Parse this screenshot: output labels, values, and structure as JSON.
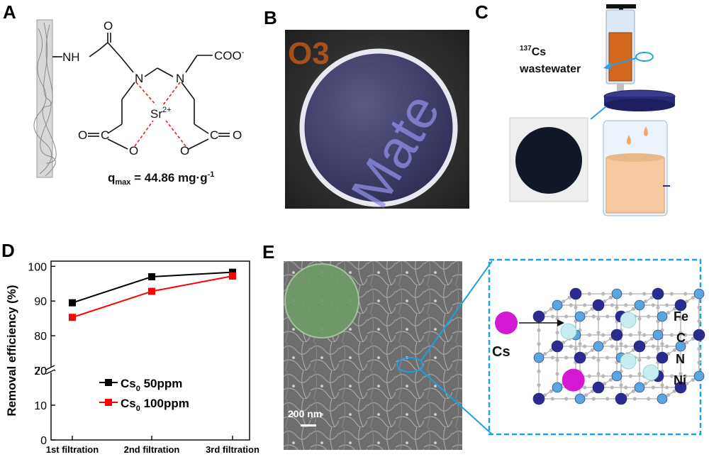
{
  "panels": {
    "a": {
      "label": "A",
      "chem": {
        "nh": "NH",
        "n": "N",
        "o": "O",
        "c": "C",
        "sr": "Sr",
        "sr_charge": "2+",
        "coo": "COO",
        "coo_charge": "-",
        "q_prefix": "q",
        "q_sub": "max",
        "q_value": " = 44.86 mg·g",
        "q_sup": "-1"
      }
    },
    "b": {
      "label": "B",
      "watermark": "Mate"
    },
    "c": {
      "label": "C",
      "isotope": "137",
      "element": "Cs",
      "wastewater": "wastewater"
    },
    "d": {
      "label": "D"
    },
    "e": {
      "label": "E",
      "scale_bar": "200 nm",
      "cs_label": "Cs",
      "legend": [
        "Fe",
        "C",
        "N",
        "Ni"
      ]
    }
  },
  "chart_data": {
    "type": "line",
    "ylabel": "Removal efficiency (%)",
    "categories": [
      "1st filtration",
      "2nd filtration",
      "3rd filtration"
    ],
    "yticks": [
      0,
      10,
      20,
      70,
      80,
      90,
      100
    ],
    "axis_break": [
      20,
      70
    ],
    "series": [
      {
        "name": "Cs0 50ppm",
        "name_main": "Cs",
        "name_sub": "0",
        "name_rest": " 50ppm",
        "color": "#000000",
        "values": [
          89.5,
          97.0,
          98.3
        ]
      },
      {
        "name": "Cs0 100ppm",
        "name_main": "Cs",
        "name_sub": "0",
        "name_rest": " 100ppm",
        "color": "#ff0000",
        "values": [
          85.3,
          92.8,
          97.2
        ]
      }
    ]
  }
}
